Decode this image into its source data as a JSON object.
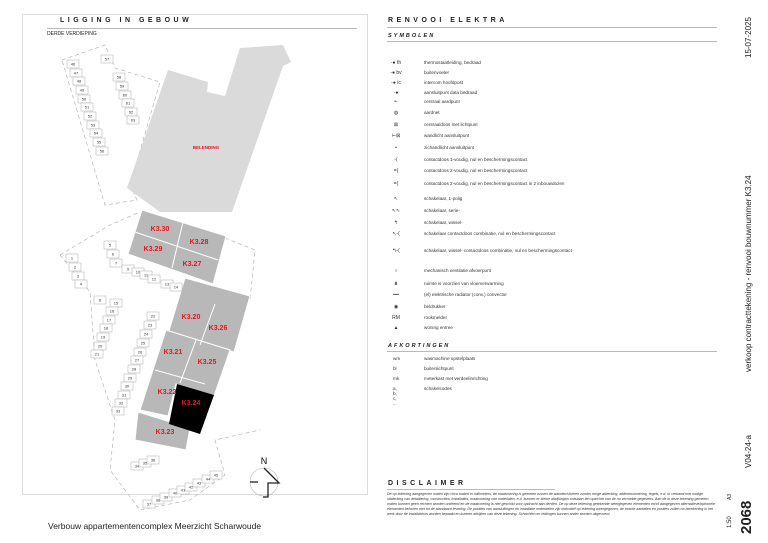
{
  "left": {
    "title": "LIGGING IN GEBOUW",
    "floor": "DERDE VERDIEPING",
    "neighbour_label": "BELENDING",
    "caption": "Verbouw appartementencomplex Meerzicht Scharwoude",
    "compass": "N",
    "units": [
      "K3.30",
      "K3.28",
      "K3.29",
      "K3.27",
      "K3.20",
      "K3.26",
      "K3.21",
      "K3.25",
      "K3.22",
      "K3.24",
      "K3.23"
    ],
    "highlighted_unit": "K3.24",
    "storage_numbers": [
      "1",
      "2",
      "3",
      "4",
      "5",
      "6",
      "7",
      "8",
      "9",
      "10",
      "11",
      "12",
      "13",
      "14",
      "15",
      "16",
      "17",
      "18",
      "19",
      "20",
      "21",
      "22",
      "23",
      "24",
      "25",
      "26",
      "27",
      "28",
      "29",
      "30",
      "31",
      "32",
      "33",
      "34",
      "35",
      "36",
      "37",
      "38",
      "39",
      "40",
      "41",
      "42",
      "43",
      "44",
      "45",
      "46",
      "47",
      "48",
      "49",
      "50",
      "51",
      "52",
      "53",
      "54",
      "55",
      "56",
      "57",
      "58",
      "59",
      "60",
      "61",
      "62",
      "63"
    ]
  },
  "right": {
    "title": "RENVOOI ELEKTRA",
    "symbols_title": "SYMBOLEN",
    "symbols": [
      {
        "icon": "-● th",
        "label": "thermostaatleiding, bedraad"
      },
      {
        "icon": "-● bv",
        "label": "buitenvoeler"
      },
      {
        "icon": "-● ic",
        "label": "intercom hoofdpost"
      },
      {
        "icon": "-●",
        "label": "aansluitpunt data bedraad"
      },
      {
        "icon": "•-",
        "label": "centraal aardpunt"
      },
      {
        "icon": "◍",
        "label": "aardnet"
      },
      {
        "icon": "⊠",
        "label": "centraaldoos met lichtpunt"
      },
      {
        "icon": "⊢⊠",
        "label": "wandlicht aansluitpunt"
      },
      {
        "icon": "▪",
        "label": "zichandlicht aansluitpunt"
      },
      {
        "icon": "-(",
        "label": "contactdoos 1-voudig, nul en beschermingscontact"
      },
      {
        "icon": "=(",
        "label": "contactdoos 2-voudig, nul en beschermingscontact"
      },
      {
        "icon": "=(",
        "label": "contactdoos 2-voudig, nul en beschermingscontact in 2 inbouwdozen"
      },
      {
        "icon": "↖",
        "label": "schakelaar, 1-polig"
      },
      {
        "icon": "↖↖",
        "label": "schakelaar, serie-"
      },
      {
        "icon": "↰",
        "label": "schakelaar, wissel-"
      },
      {
        "icon": "↖-(",
        "label": "schakelaar contactdoos combinatie, nul en beschermingscontact"
      },
      {
        "icon": "↰-(",
        "label": "schakelaar, wissel- contactdoos combinatie, nul en beschermingscontact"
      },
      {
        "icon": "○",
        "label": "mechanisch ventilatie afvoerpunt"
      },
      {
        "icon": "⩩",
        "label": "ruimte is voorzien van vloerverwarming"
      },
      {
        "icon": "━━",
        "label": "(el) elektrische radiator (conv.) convector"
      },
      {
        "icon": "◉",
        "label": "beldrukker"
      },
      {
        "icon": "RM",
        "label": "rookmelder"
      },
      {
        "icon": "▲",
        "label": "woning entree"
      }
    ],
    "abbreviations_title": "AFKORTINGEN",
    "abbreviations": [
      {
        "key": "wm",
        "value": "wasmachine opstelplaats"
      },
      {
        "key": "bl",
        "value": "buitenlichtpunt"
      },
      {
        "key": "mk",
        "value": "meterkast met verdeelinrichting"
      },
      {
        "key": "a, b, c, ...",
        "value": "schakelcodes"
      }
    ],
    "disclaimer_title": "DISCLAIMER",
    "disclaimer": "De op tekening aangegeven maten zijn circa maten in millimeters, de maatvoering is gemeten tussen de wanden/vloeren zonder enige afwerking, afdimensionering, tegels, e.d. In verband met nodige uitwerking van detaillering, constructies, installaties, maatvoering van materialen, e.d. kunnen er kleine afwijkingen ontstaan ten opzichte van de nu vermelde gegevens. Aan de in deze tekening gemeten maten kunnen geen rechten worden ontleend en de maatvoering is niet geschikt voor opdracht aan derden. De op deze tekening getekende weergegeven elementen en/of aangegeven alternatieve/optionele elementen behoren niet tot de standaard levering. De posities van aansluitingen en installatie onderdelen zijn indicatief op tekening weergegeven, de exacte aantallen en posities zullen na berekening in het werk door de installateurs worden bepaald en kunnen afwijken van deze tekening. Schachten en leidingen kunnen ander worden uitgevoerd."
  },
  "titleblock": {
    "date": "15-07-2025",
    "description": "verkoop contracttekening - renvooi bouwnummer K3.24",
    "revision": "V04-24-a",
    "format": "A3",
    "scale": "1:50",
    "project_number": "2068"
  }
}
